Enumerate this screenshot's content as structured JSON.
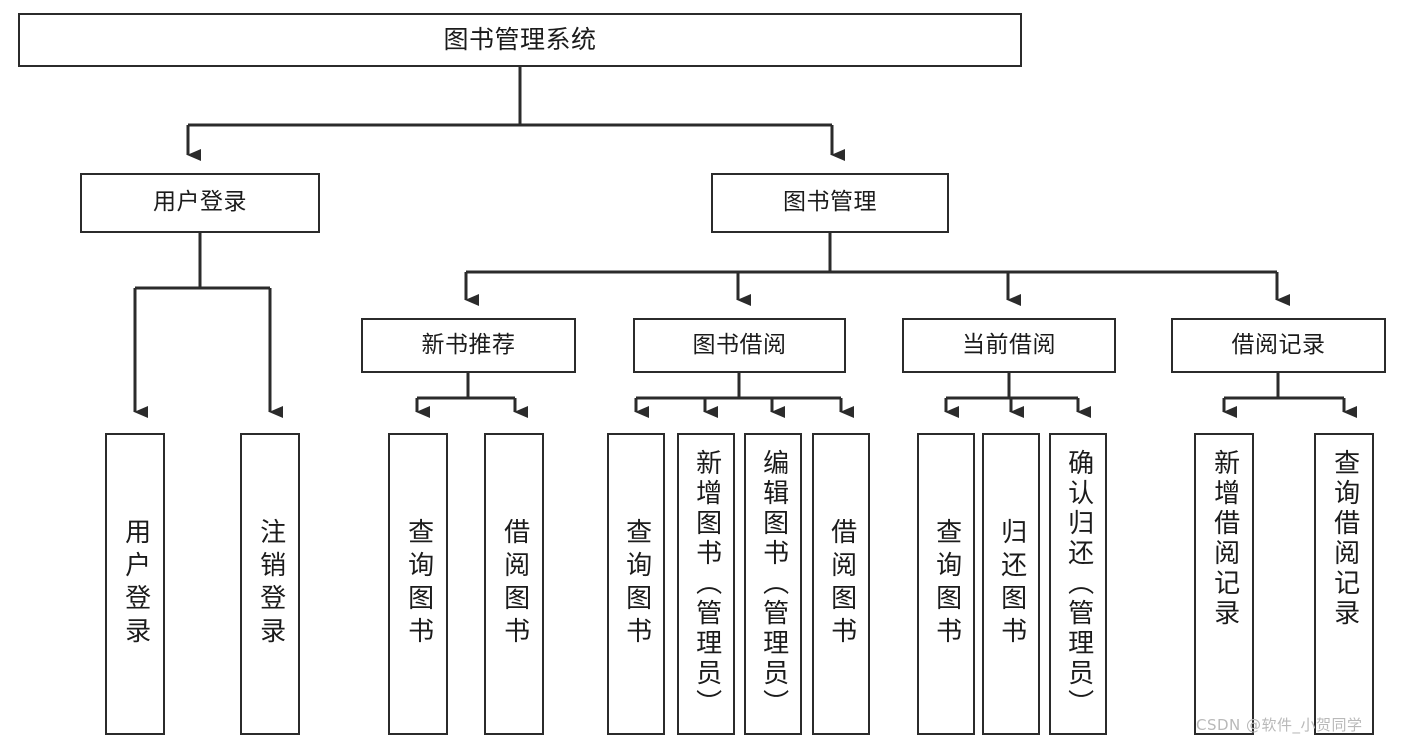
{
  "diagram": {
    "type": "tree",
    "title": "图书管理系统",
    "watermark": "CSDN @软件_小贺同学",
    "colors": {
      "box_border": "#2b2b2b",
      "box_fill": "#ffffff",
      "connector": "#2b2b2b",
      "text": "#1b1b1b",
      "watermark": "#b9b9b9",
      "background": "#ffffff"
    },
    "levels": {
      "root": "图书管理系统",
      "level2": [
        "用户登录",
        "图书管理"
      ],
      "level3": [
        "新书推荐",
        "图书借阅",
        "当前借阅",
        "借阅记录"
      ]
    },
    "nodes": {
      "root": {
        "label": "图书管理系统"
      },
      "user_login": {
        "label": "用户登录"
      },
      "book_manage": {
        "label": "图书管理"
      },
      "new_book_rec": {
        "label": "新书推荐"
      },
      "book_borrow": {
        "label": "图书借阅"
      },
      "current_borrow": {
        "label": "当前借阅"
      },
      "borrow_record": {
        "label": "借阅记录"
      },
      "leaf_user_login": {
        "label": "用户登录"
      },
      "leaf_logout": {
        "label": "注销登录"
      },
      "leaf_query_book_1": {
        "label": "查询图书"
      },
      "leaf_borrow_book_1": {
        "label": "借阅图书"
      },
      "leaf_query_book_2": {
        "label": "查询图书"
      },
      "leaf_add_book_admin": {
        "label": "新增图书（管理员）"
      },
      "leaf_edit_book_admin": {
        "label": "编辑图书（管理员）"
      },
      "leaf_borrow_book_2": {
        "label": "借阅图书"
      },
      "leaf_query_book_3": {
        "label": "查询图书"
      },
      "leaf_return_book": {
        "label": "归还图书"
      },
      "leaf_confirm_return_admin": {
        "label": "确认归还（管理员）"
      },
      "leaf_add_borrow_record": {
        "label": "新增借阅记录"
      },
      "leaf_query_borrow_record": {
        "label": "查询借阅记录"
      }
    },
    "edges": [
      {
        "from": "root",
        "to": "user_login"
      },
      {
        "from": "root",
        "to": "book_manage"
      },
      {
        "from": "user_login",
        "to": "leaf_user_login"
      },
      {
        "from": "user_login",
        "to": "leaf_logout"
      },
      {
        "from": "book_manage",
        "to": "new_book_rec"
      },
      {
        "from": "book_manage",
        "to": "book_borrow"
      },
      {
        "from": "book_manage",
        "to": "current_borrow"
      },
      {
        "from": "book_manage",
        "to": "borrow_record"
      },
      {
        "from": "new_book_rec",
        "to": "leaf_query_book_1"
      },
      {
        "from": "new_book_rec",
        "to": "leaf_borrow_book_1"
      },
      {
        "from": "book_borrow",
        "to": "leaf_query_book_2"
      },
      {
        "from": "book_borrow",
        "to": "leaf_add_book_admin"
      },
      {
        "from": "book_borrow",
        "to": "leaf_edit_book_admin"
      },
      {
        "from": "book_borrow",
        "to": "leaf_borrow_book_2"
      },
      {
        "from": "current_borrow",
        "to": "leaf_query_book_3"
      },
      {
        "from": "current_borrow",
        "to": "leaf_return_book"
      },
      {
        "from": "current_borrow",
        "to": "leaf_confirm_return_admin"
      },
      {
        "from": "borrow_record",
        "to": "leaf_add_borrow_record"
      },
      {
        "from": "borrow_record",
        "to": "leaf_query_borrow_record"
      }
    ]
  }
}
